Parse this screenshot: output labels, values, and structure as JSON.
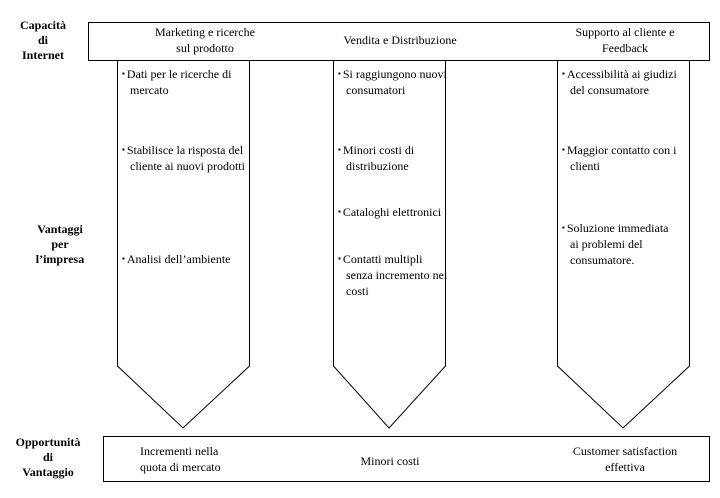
{
  "row_labels": {
    "capabilities": [
      "Capacità",
      "di",
      "Internet"
    ],
    "benefits": [
      "Vantaggi",
      "per",
      "l’impresa"
    ],
    "opportunities": [
      "Opportunità",
      "di",
      "Vantaggio"
    ]
  },
  "columns": [
    {
      "header": [
        "Marketing e ricerche",
        "sul prodotto"
      ],
      "items": [
        "Dati per le ricerche di mercato",
        "Stabilisce la risposta del cliente ai nuovi prodotti",
        "Analisi dell’ambiente"
      ],
      "outcome": [
        "Incrementi nella",
        "quota di mercato"
      ]
    },
    {
      "header": [
        "Vendita e Distribuzione"
      ],
      "items": [
        "Si raggiungono nuovi consumatori",
        "Minori costi di distribuzione",
        "Cataloghi elettronici",
        "Contatti multipli senza incremento nei costi"
      ],
      "outcome": [
        "Minori costi"
      ]
    },
    {
      "header": [
        "Supporto al cliente e",
        "Feedback"
      ],
      "items": [
        "Accessibilità ai giudizi del consumatore",
        "Maggior contatto con  i clienti",
        "Soluzione immediata ai problemi del consumatore."
      ],
      "outcome": [
        "Customer satisfaction",
        "effettiva"
      ]
    }
  ]
}
